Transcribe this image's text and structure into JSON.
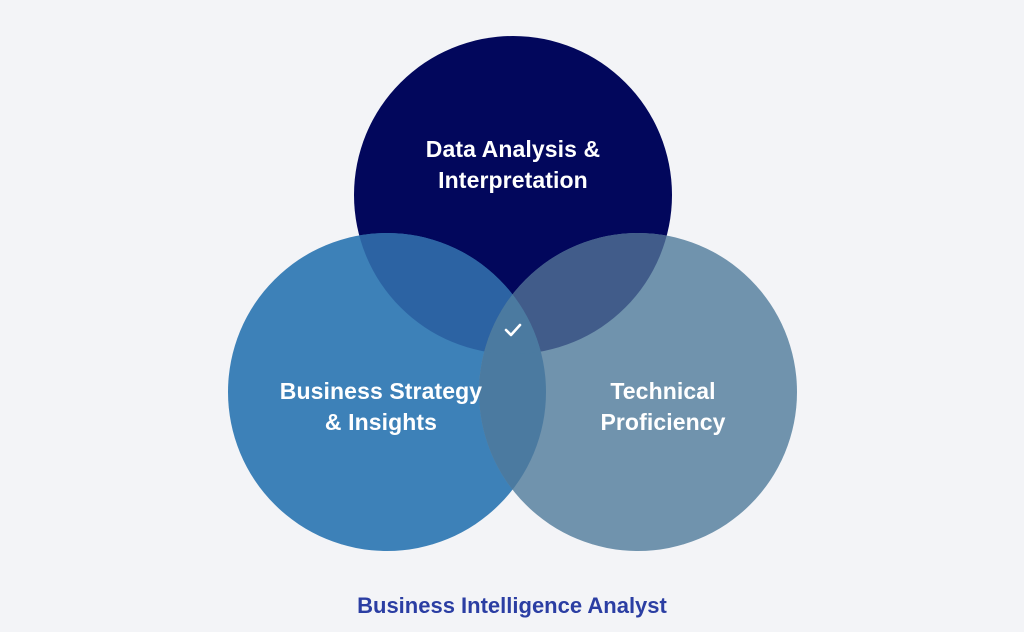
{
  "diagram": {
    "type": "venn",
    "title": "Business Intelligence Analyst",
    "circles": [
      {
        "id": "data-analysis",
        "line1": "Data Analysis &",
        "line2": "Interpretation",
        "color": "#02075c"
      },
      {
        "id": "business-strategy",
        "line1": "Business Strategy",
        "line2": "& Insights",
        "color": "#3d81b8"
      },
      {
        "id": "technical",
        "line1": "Technical",
        "line2": "Proficiency",
        "color": "#7093ad"
      }
    ],
    "center_icon": "checkmark-icon",
    "colors": {
      "background": "#f3f4f7",
      "title": "#2b3ea3",
      "overlap_top_left": "#2c63a3",
      "overlap_top_right": "#415c8a",
      "overlap_left_right": "#4b7aa0",
      "overlap_center": "#4b7aa0"
    }
  }
}
